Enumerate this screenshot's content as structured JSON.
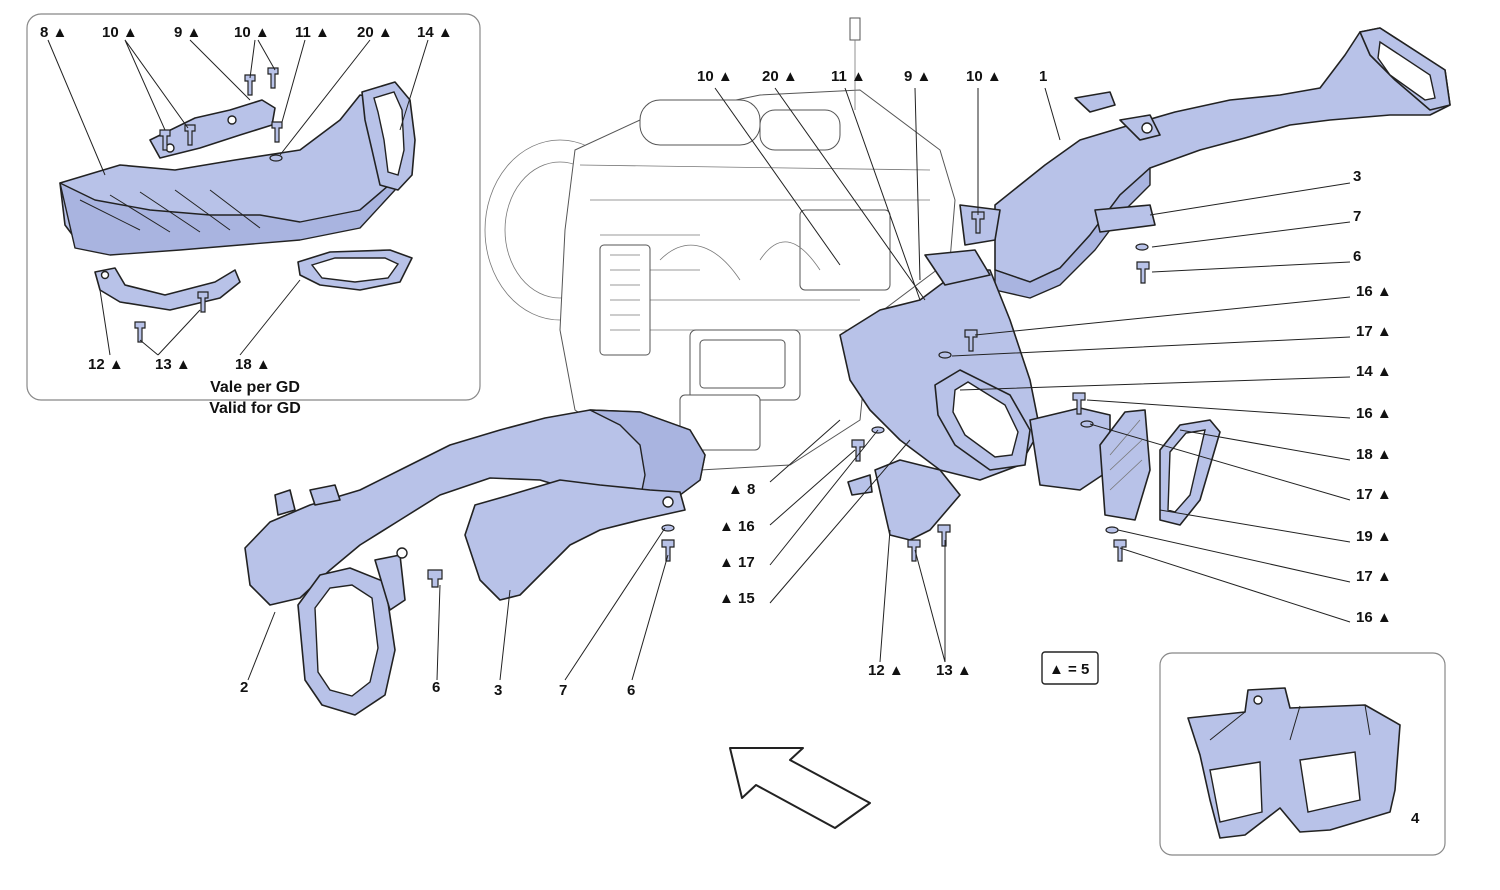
{
  "inset_gd": {
    "labels": [
      "8",
      "10",
      "9",
      "10",
      "11",
      "20",
      "14",
      "12",
      "13",
      "18"
    ],
    "caption_line1": "Vale per GD",
    "caption_line2": "Valid for GD"
  },
  "main_top_labels": [
    "10",
    "20",
    "11",
    "9",
    "10",
    "1"
  ],
  "right_column_labels": [
    "3",
    "7",
    "6",
    "16",
    "17",
    "14",
    "16",
    "18",
    "17",
    "19",
    "17",
    "16"
  ],
  "center_left_labels": [
    "8",
    "16",
    "17",
    "15"
  ],
  "bottom_labels": [
    "2",
    "6",
    "3",
    "7",
    "6",
    "12",
    "13"
  ],
  "legend": {
    "text": "= 5"
  },
  "inset_part4": {
    "label": "4"
  },
  "triangle_marker": "▲"
}
